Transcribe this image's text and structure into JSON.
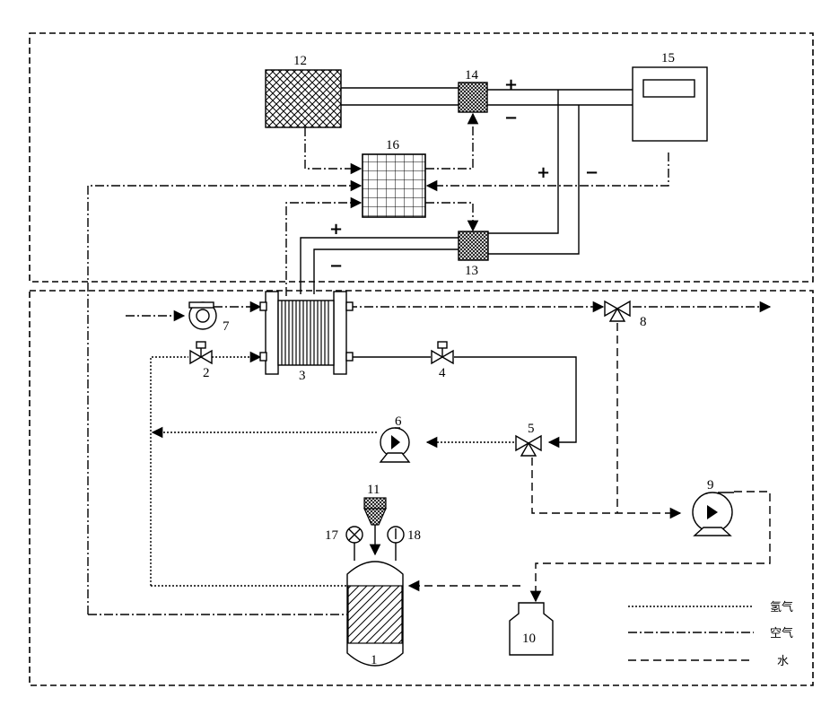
{
  "labels": {
    "n1": "1",
    "n2": "2",
    "n3": "3",
    "n4": "4",
    "n5": "5",
    "n6": "6",
    "n7": "7",
    "n8": "8",
    "n9": "9",
    "n10": "10",
    "n11": "11",
    "n12": "12",
    "n13": "13",
    "n14": "14",
    "n15": "15",
    "n16": "16",
    "n17": "17",
    "n18": "18"
  },
  "signs": {
    "plus": "+",
    "minus": "−"
  },
  "legend": {
    "hydrogen": "氢气",
    "air": "空气",
    "water": "水"
  }
}
